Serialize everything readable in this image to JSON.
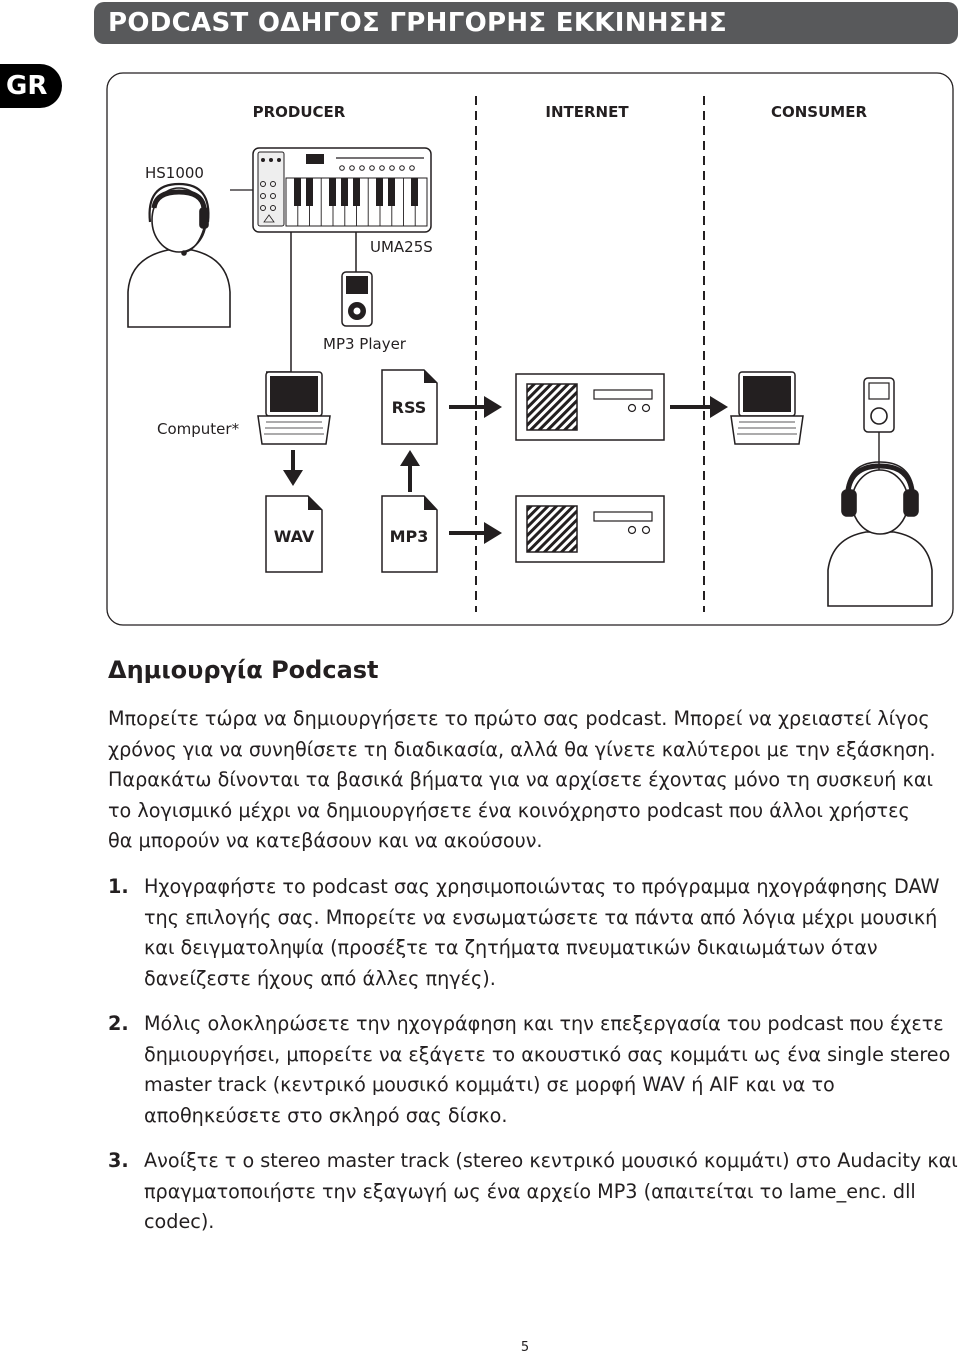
{
  "header": {
    "title": "PODCAST ΟΔΗΓΟΣ ΓΡΗΓΟΡΗΣ ΕΚΚΙΝΗΣΗΣ",
    "language_tab": "GR"
  },
  "diagram": {
    "columns": {
      "producer": "PRODUCER",
      "internet": "INTERNET",
      "consumer": "CONSUMER"
    },
    "labels": {
      "headset": "HS1000",
      "interface": "UMA25S",
      "player": "MP3 Player",
      "computer": "Computer*"
    },
    "files": {
      "rss": "RSS",
      "wav": "WAV",
      "mp3": "MP3"
    },
    "icons": [
      "person-headset-icon",
      "keyboard-icon",
      "mp3-player-icon",
      "laptop-icon",
      "document-icon",
      "server-icon",
      "arrow-icon",
      "person-headphones-icon"
    ]
  },
  "section": {
    "heading": "Δημιουργία Podcast",
    "intro": "Μπορείτε τώρα να δημιουργήσετε το πρώτο σας podcast. Μπορεί να χρειαστεί λίγος χρόνος για να συνηθίσετε τη διαδικασία, αλλά θα γίνετε καλύτεροι με την εξάσκηση. Παρακάτω δίνονται τα βασικά βήματα για να αρχίσετε έχοντας μόνο τη συσκευή και το λογισμικό μέχρι να δημιουργήσετε ένα κοινόχρηστο podcast που άλλοι χρήστες θα μπορούν να κατεβάσουν και να ακούσουν.",
    "steps": [
      {
        "num": "1.",
        "text": "Ηχογραφήστε το podcast σας χρησιμοποιώντας το πρόγραμμα ηχογράφησης DAW της επιλογής σας. Μπορείτε να ενσωματώσετε τα πάντα από λόγια μέχρι μουσική και δειγματοληψία (προσέξτε τα ζητήματα πνευματικών δικαιωμάτων όταν δανείζεστε ήχους από άλλες πηγές)."
      },
      {
        "num": "2.",
        "text": "Μόλις ολοκληρώσετε την ηχογράφηση και την επεξεργασία του podcast που έχετε δημιουργήσει, μπορείτε να εξάγετε το ακουστικό σας κομμάτι ως ένα single stereo master track (κεντρικό μουσικό κομμάτι) σε μορφή WAV ή AIF και να το αποθηκεύσετε στο σκληρό σας δίσκο."
      },
      {
        "num": "3.",
        "text": "Ανοίξτε τ ο stereo master track (stereo κεντρικό μουσικό κομμάτι) στο Audacity και πραγματοποιήστε την εξαγωγή ως ένα αρχείο MP3 (απαιτείται το lame_enc. dll codec)."
      }
    ]
  },
  "footer": {
    "page_number": "5"
  }
}
